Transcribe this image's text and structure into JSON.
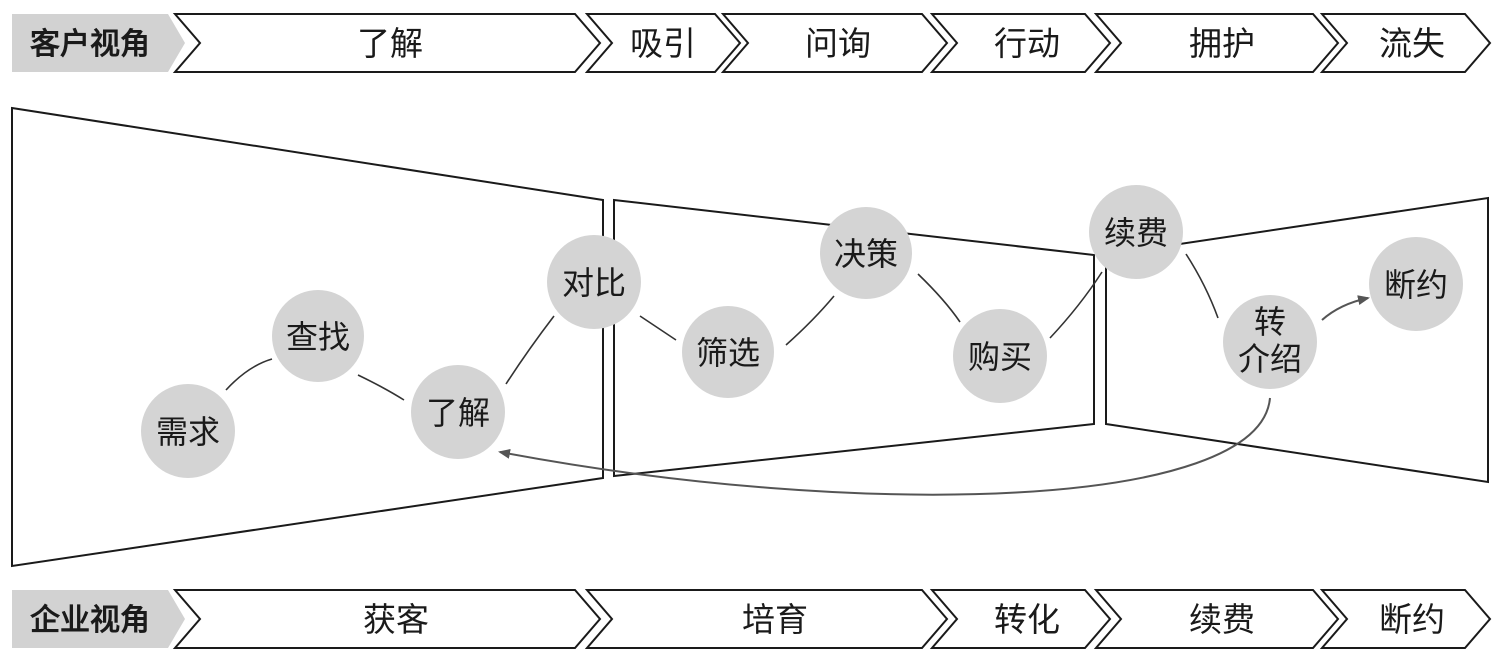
{
  "customer_row": {
    "tab_label": "客户视角",
    "stages": [
      "了解",
      "吸引",
      "问询",
      "行动",
      "拥护",
      "流失"
    ]
  },
  "enterprise_row": {
    "tab_label": "企业视角",
    "stages": [
      "获客",
      "培育",
      "转化",
      "续费",
      "断约"
    ]
  },
  "nodes": {
    "need": "需求",
    "search": "查找",
    "understand": "了解",
    "compare": "对比",
    "filter": "筛选",
    "decide": "决策",
    "purchase": "购买",
    "renew": "续费",
    "referral_line1": "转",
    "referral_line2": "介绍",
    "terminate": "断约"
  },
  "colors": {
    "node_fill": "#d4d4d4",
    "tab_fill": "#d2d2d2",
    "line": "#1a1a1a",
    "arrow": "#555555"
  }
}
